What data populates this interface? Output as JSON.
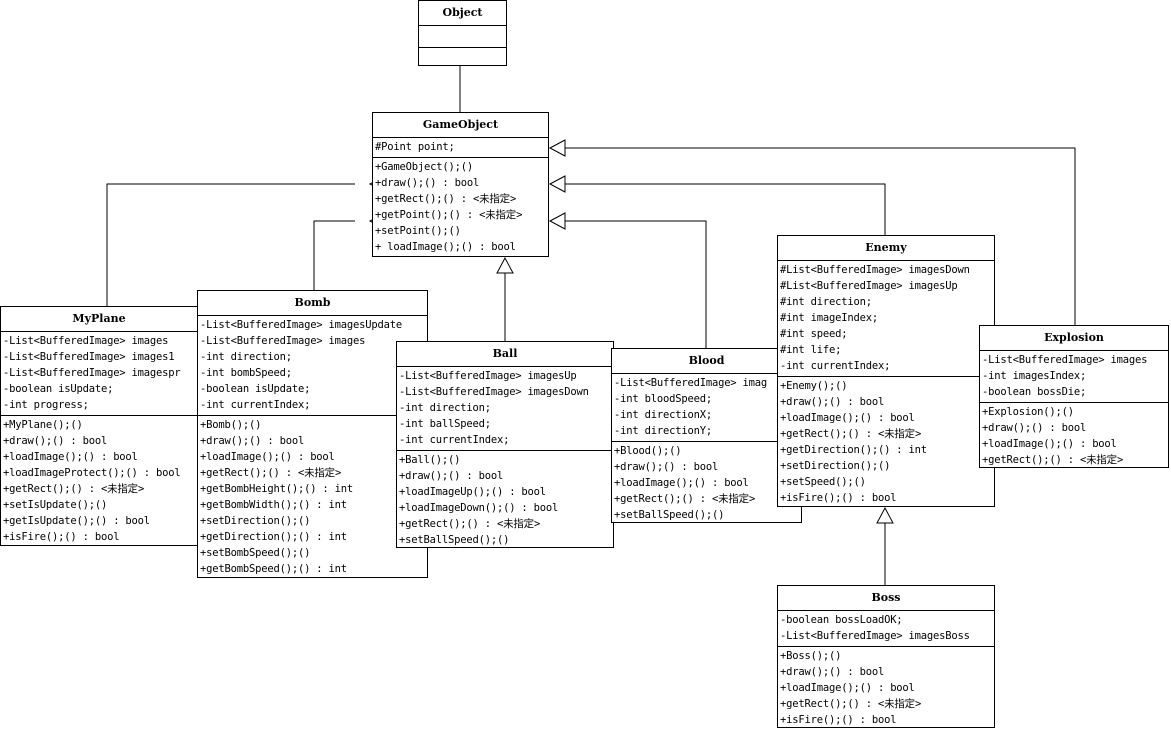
{
  "classes": {
    "object": {
      "name": "Object",
      "attributes": [],
      "methods": []
    },
    "gameobject": {
      "name": "GameObject",
      "attributes": [
        "#Point  point;"
      ],
      "methods": [
        "+GameObject();()",
        "+draw();() : bool",
        "+getRect();() : <未指定>",
        "+getPoint();() : <未指定>",
        "+setPoint();()",
        "+ loadImage();() : bool"
      ]
    },
    "myplane": {
      "name": "MyPlane",
      "attributes": [
        "-List<BufferedImage> images",
        "-List<BufferedImage> images1",
        "-List<BufferedImage> imagespr",
        "-boolean isUpdate;",
        "-int progress;"
      ],
      "methods": [
        "+MyPlane();()",
        "+draw();() : bool",
        "+loadImage();() : bool",
        "+loadImageProtect();() : bool",
        "+getRect();() : <未指定>",
        "+setIsUpdate();()",
        "+getIsUpdate();() : bool",
        "+isFire();() : bool"
      ]
    },
    "bomb": {
      "name": "Bomb",
      "attributes": [
        "-List<BufferedImage> imagesUpdate",
        "-List<BufferedImage> images",
        "-int direction;",
        "-int bombSpeed;",
        "-boolean isUpdate;",
        "-int currentIndex;"
      ],
      "methods": [
        "+Bomb();()",
        "+draw();() : bool",
        "+loadImage();() : bool",
        "+getRect();() : <未指定>",
        "+getBombHeight();() : int",
        "+getBombWidth();() : int",
        "+setDirection();()",
        "+getDirection();() : int",
        "+setBombSpeed();()",
        "+getBombSpeed();() : int"
      ]
    },
    "ball": {
      "name": "Ball",
      "attributes": [
        "-List<BufferedImage> imagesUp",
        "-List<BufferedImage> imagesDown",
        "-int direction;",
        "-int ballSpeed;",
        "-int currentIndex;"
      ],
      "methods": [
        "+Ball();()",
        "+draw();() : bool",
        "+loadImageUp();() : bool",
        "+loadImageDown();() : bool",
        "+getRect();() : <未指定>",
        "+setBallSpeed();()"
      ]
    },
    "blood": {
      "name": "Blood",
      "attributes": [
        "-List<BufferedImage> imag",
        "-int bloodSpeed;",
        "-int directionX;",
        "-int directionY;"
      ],
      "methods": [
        "+Blood();()",
        "+draw();() : bool",
        "+loadImage();() : bool",
        "+getRect();() : <未指定>",
        "+setBallSpeed();()"
      ]
    },
    "enemy": {
      "name": "Enemy",
      "attributes": [
        "#List<BufferedImage> imagesDown",
        "#List<BufferedImage> imagesUp",
        "#int direction;",
        "#int imageIndex;",
        "#int speed;",
        "#int life;",
        "-int currentIndex;"
      ],
      "methods": [
        "+Enemy();()",
        "+draw();() : bool",
        "+loadImage();() : bool",
        "+getRect();() : <未指定>",
        "+getDirection();() : int",
        "+setDirection();()",
        "+setSpeed();()",
        "+isFire();() : bool"
      ]
    },
    "explosion": {
      "name": "Explosion",
      "attributes": [
        "-List<BufferedImage> images",
        "-int imagesIndex;",
        "-boolean bossDie;"
      ],
      "methods": [
        "+Explosion();()",
        "+draw();() : bool",
        "+loadImage();() : bool",
        "+getRect();() : <未指定>"
      ]
    },
    "boss": {
      "name": "Boss",
      "attributes": [
        "-boolean bossLoadOK;",
        "-List<BufferedImage> imagesBoss"
      ],
      "methods": [
        "+Boss();()",
        "+draw();() : bool",
        "+loadImage();() : bool",
        "+getRect();() : <未指定>",
        "+isFire();() : bool"
      ]
    }
  },
  "relations": [
    {
      "from": "gameobject",
      "to": "object",
      "type": "generalization"
    },
    {
      "from": "myplane",
      "to": "gameobject",
      "type": "generalization"
    },
    {
      "from": "bomb",
      "to": "gameobject",
      "type": "generalization"
    },
    {
      "from": "ball",
      "to": "gameobject",
      "type": "generalization"
    },
    {
      "from": "blood",
      "to": "gameobject",
      "type": "generalization"
    },
    {
      "from": "enemy",
      "to": "gameobject",
      "type": "generalization"
    },
    {
      "from": "explosion",
      "to": "gameobject",
      "type": "generalization"
    },
    {
      "from": "boss",
      "to": "enemy",
      "type": "generalization"
    }
  ]
}
